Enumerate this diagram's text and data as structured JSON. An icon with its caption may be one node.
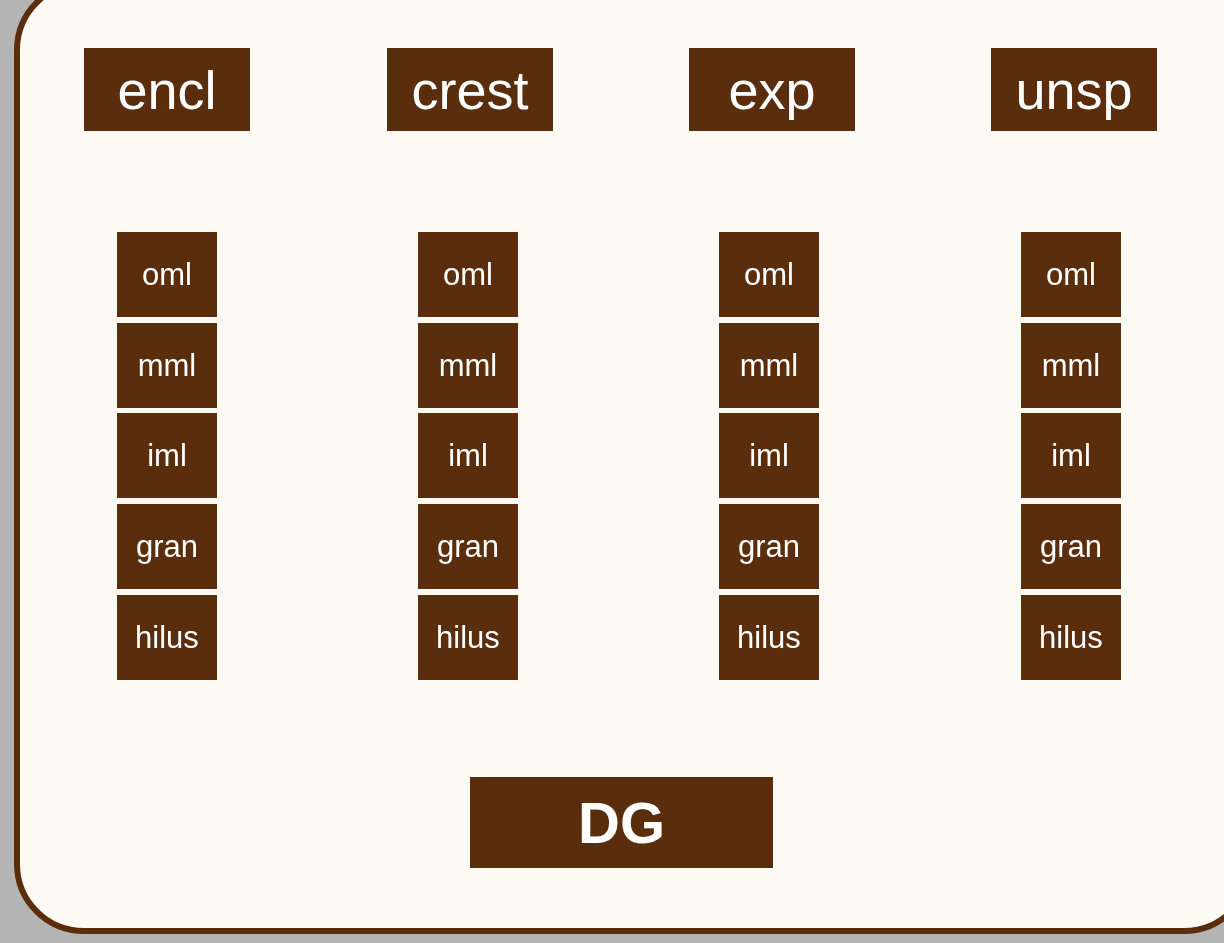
{
  "diagram": {
    "nodes": [
      {
        "text": [
          "encl"
        ]
      },
      {
        "text": [
          "crest"
        ]
      },
      {
        "text": [
          "exp"
        ]
      },
      {
        "text": [
          "unsp"
        ]
      },
      {
        "text": [
          "oml"
        ]
      },
      {
        "text": [
          "oml"
        ]
      },
      {
        "text": [
          "oml"
        ]
      },
      {
        "text": [
          "oml"
        ]
      },
      {
        "text": [
          "mml"
        ]
      },
      {
        "text": [
          "mml"
        ]
      },
      {
        "text": [
          "mml"
        ]
      },
      {
        "text": [
          "mml"
        ]
      },
      {
        "text": [
          "iml"
        ]
      },
      {
        "text": [
          "iml"
        ]
      },
      {
        "text": [
          "iml"
        ]
      },
      {
        "text": [
          "iml"
        ]
      },
      {
        "text": [
          "gran"
        ]
      },
      {
        "text": [
          "gran"
        ]
      },
      {
        "text": [
          "gran"
        ]
      },
      {
        "text": [
          "gran"
        ]
      },
      {
        "text": [
          "hilus"
        ]
      },
      {
        "text": [
          "hilus"
        ]
      },
      {
        "text": [
          "hilus"
        ]
      },
      {
        "text": [
          "hilus"
        ]
      },
      {
        "text": [
          "DG"
        ]
      }
    ]
  }
}
